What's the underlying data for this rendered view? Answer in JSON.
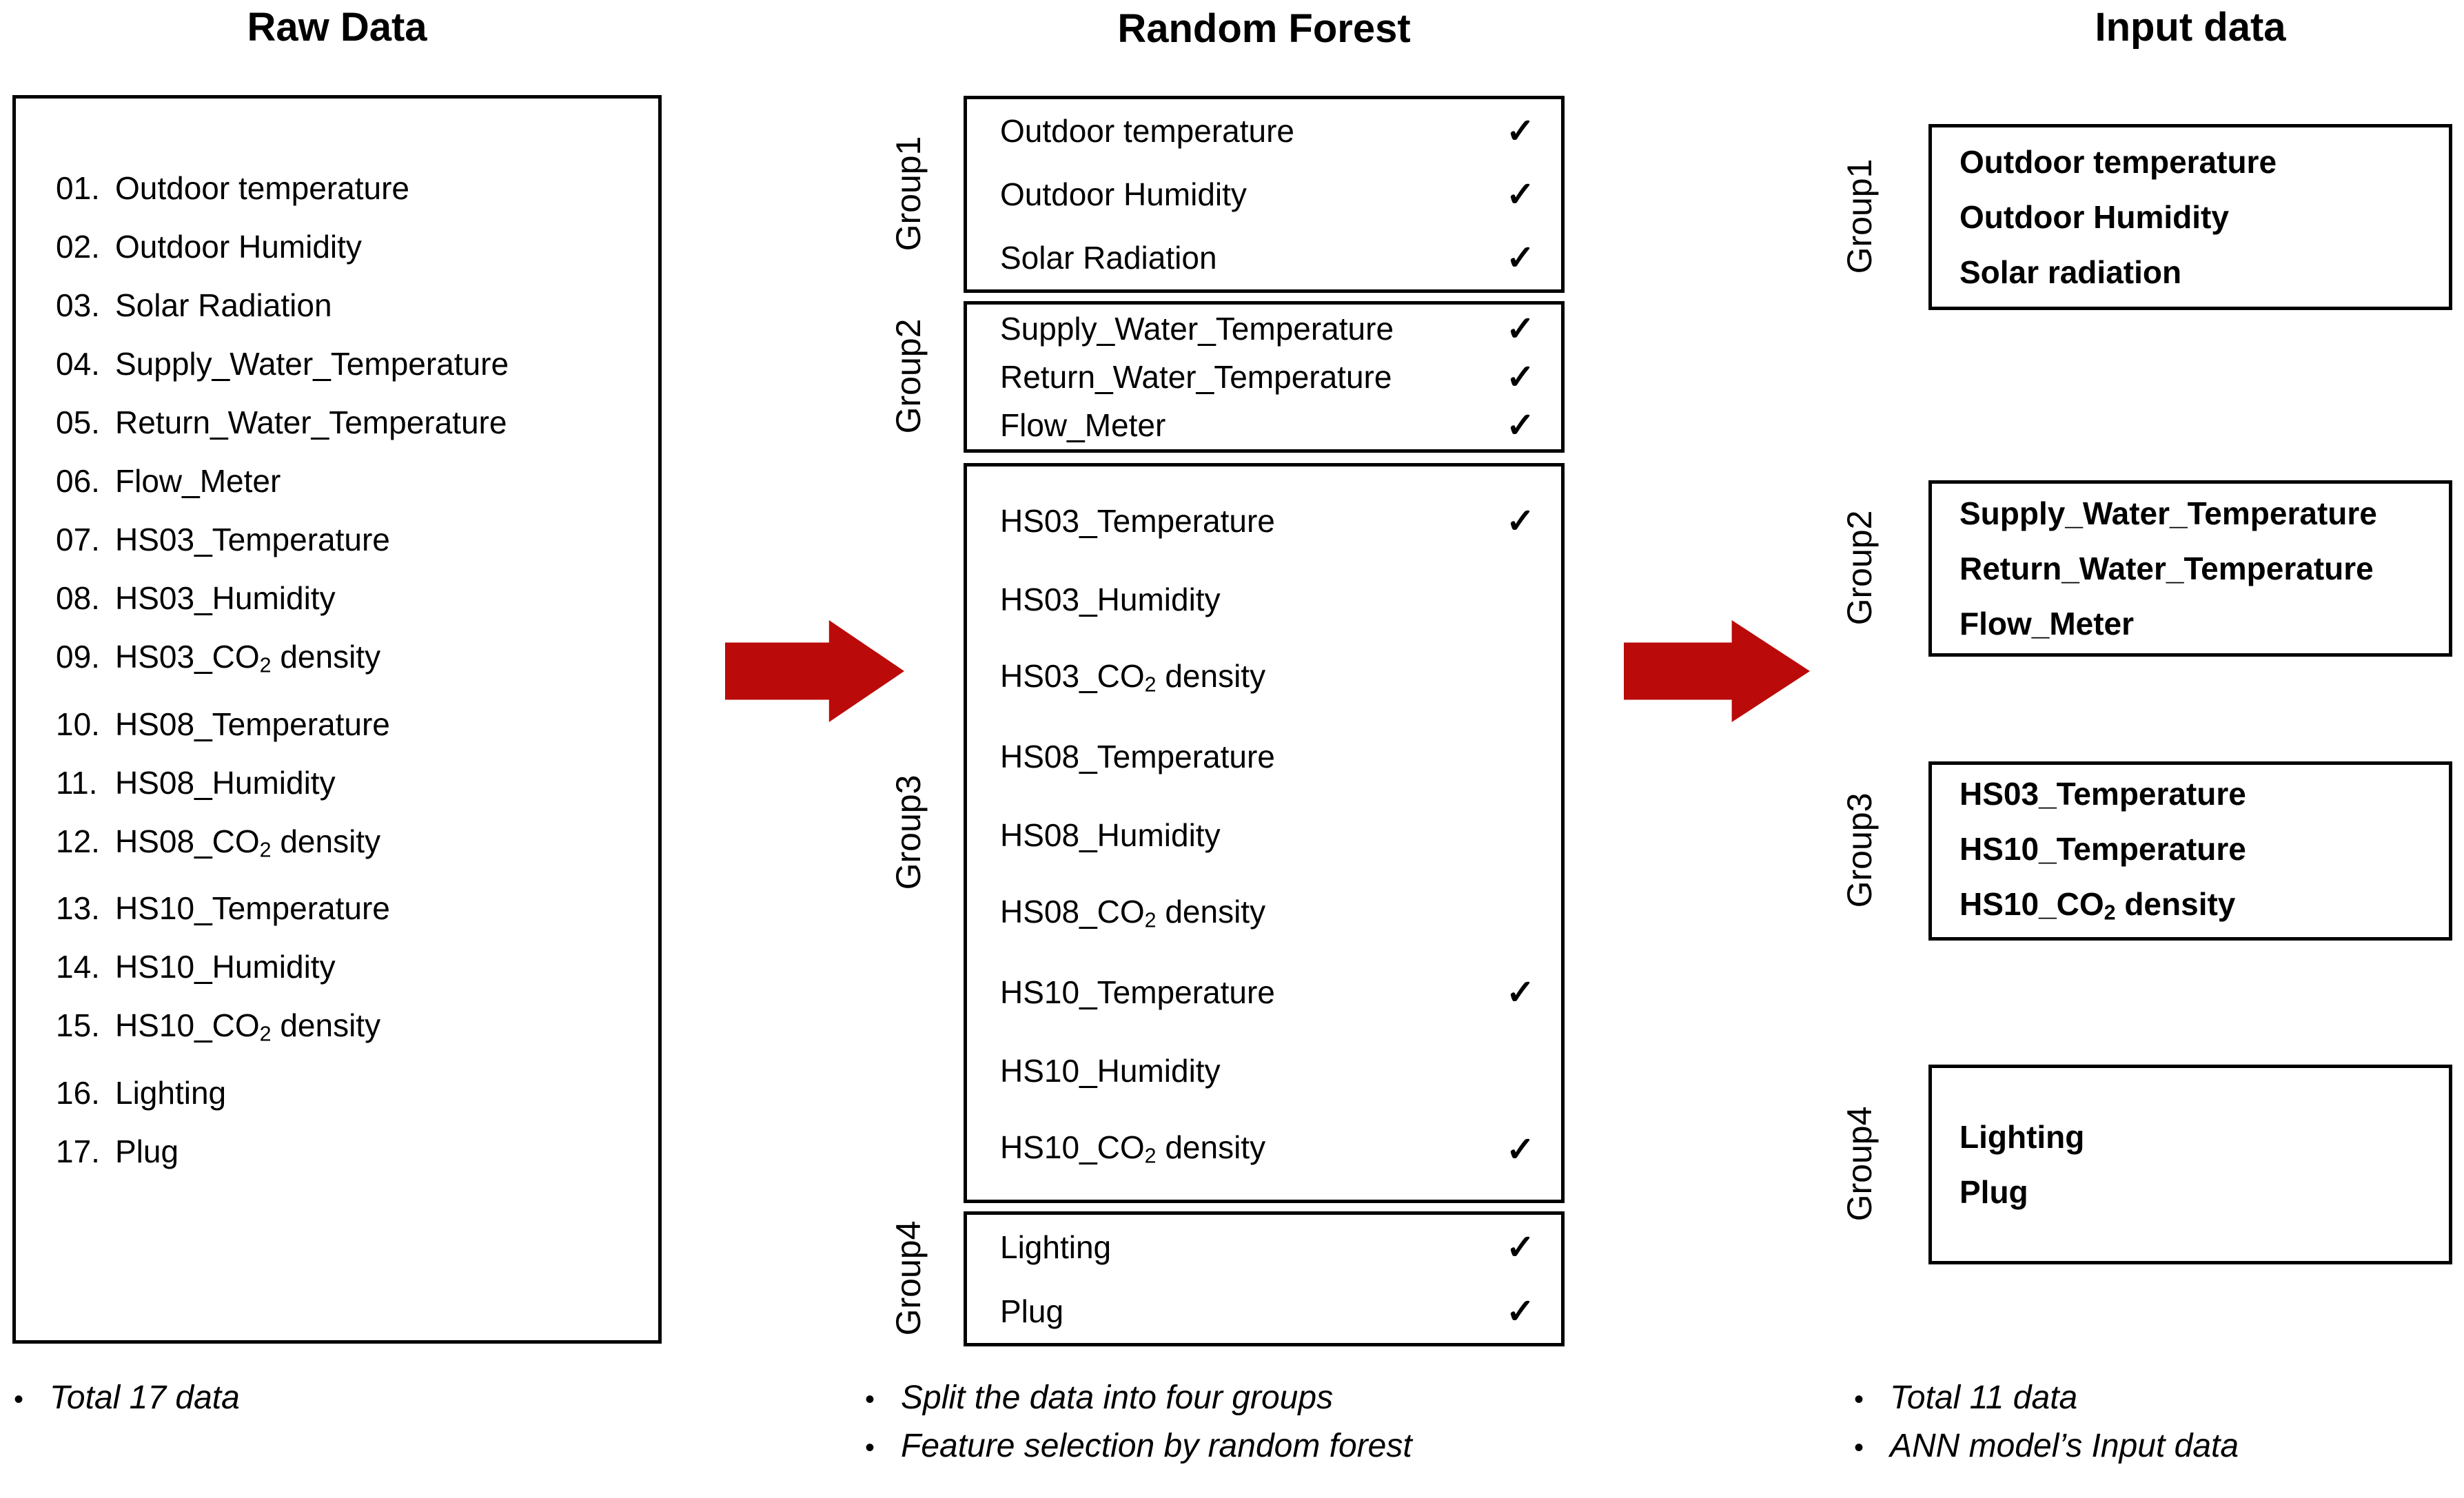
{
  "columns": {
    "raw": {
      "title": "Raw Data"
    },
    "rf": {
      "title": "Random Forest"
    },
    "input": {
      "title": "Input data"
    }
  },
  "raw_data": {
    "items": [
      {
        "num": "01.",
        "label": "Outdoor temperature"
      },
      {
        "num": "02.",
        "label": "Outdoor Humidity"
      },
      {
        "num": "03.",
        "label": "Solar Radiation"
      },
      {
        "num": "04.",
        "label": "Supply_Water_Temperature"
      },
      {
        "num": "05.",
        "label": "Return_Water_Temperature"
      },
      {
        "num": "06.",
        "label": "Flow_Meter"
      },
      {
        "num": "07.",
        "label": "HS03_Temperature"
      },
      {
        "num": "08.",
        "label": "HS03_Humidity"
      },
      {
        "num": "09.",
        "label": "HS03_CO2 density"
      },
      {
        "num": "10.",
        "label": "HS08_Temperature"
      },
      {
        "num": "11.",
        "label": "HS08_Humidity"
      },
      {
        "num": "12.",
        "label": "HS08_CO2 density"
      },
      {
        "num": "13.",
        "label": "HS10_Temperature"
      },
      {
        "num": "14.",
        "label": "HS10_Humidity"
      },
      {
        "num": "15.",
        "label": "HS10_CO2 density"
      },
      {
        "num": "16.",
        "label": "Lighting"
      },
      {
        "num": "17.",
        "label": "Plug"
      }
    ],
    "bullets": [
      "Total 17 data"
    ]
  },
  "random_forest": {
    "check_glyph": "✓",
    "groups": [
      {
        "name": "Group1",
        "items": [
          {
            "label": "Outdoor temperature",
            "selected": true
          },
          {
            "label": "Outdoor Humidity",
            "selected": true
          },
          {
            "label": "Solar Radiation",
            "selected": true
          }
        ]
      },
      {
        "name": "Group2",
        "items": [
          {
            "label": "Supply_Water_Temperature",
            "selected": true
          },
          {
            "label": "Return_Water_Temperature",
            "selected": true
          },
          {
            "label": "Flow_Meter",
            "selected": true
          }
        ]
      },
      {
        "name": "Group3",
        "items": [
          {
            "label": "HS03_Temperature",
            "selected": true
          },
          {
            "label": "HS03_Humidity",
            "selected": false
          },
          {
            "label": "HS03_CO2 density",
            "selected": false
          },
          {
            "label": "HS08_Temperature",
            "selected": false
          },
          {
            "label": "HS08_Humidity",
            "selected": false
          },
          {
            "label": "HS08_CO2 density",
            "selected": false
          },
          {
            "label": "HS10_Temperature",
            "selected": true
          },
          {
            "label": "HS10_Humidity",
            "selected": false
          },
          {
            "label": "HS10_CO2 density",
            "selected": true
          }
        ]
      },
      {
        "name": "Group4",
        "items": [
          {
            "label": "Lighting",
            "selected": true
          },
          {
            "label": "Plug",
            "selected": true
          }
        ]
      }
    ],
    "bullets": [
      "Split the data into four groups",
      "Feature selection by random forest"
    ]
  },
  "input_data": {
    "groups": [
      {
        "name": "Group1",
        "items": [
          "Outdoor temperature",
          "Outdoor Humidity",
          "Solar radiation"
        ]
      },
      {
        "name": "Group2",
        "items": [
          "Supply_Water_Temperature",
          "Return_Water_Temperature",
          "Flow_Meter"
        ]
      },
      {
        "name": "Group3",
        "items": [
          "HS03_Temperature",
          "HS10_Temperature",
          "HS10_CO2 density"
        ]
      },
      {
        "name": "Group4",
        "items": [
          "Lighting",
          "Plug"
        ]
      }
    ],
    "bullets": [
      "Total 11 data",
      "ANN model’s Input data"
    ]
  },
  "arrows": {
    "color": "#BB0A0A",
    "count": 2,
    "direction": "right"
  },
  "bullet_glyph": "•"
}
